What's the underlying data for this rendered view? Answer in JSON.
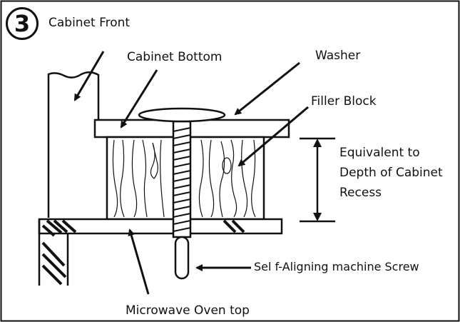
{
  "diagram": {
    "step_number": "3",
    "labels": {
      "cabinet_front": "Cabinet Front",
      "cabinet_bottom": "Cabinet Bottom",
      "washer": "Washer",
      "filler_block": "Filler Block",
      "equivalent_line1": "Equivalent to",
      "equivalent_line2": "Depth of Cabinet",
      "equivalent_line3": "Recess",
      "screw": "Sel  f-Aligning machine Screw",
      "microwave_top": "Microwave Oven top"
    }
  },
  "colors": {
    "ink": "#111111",
    "background": "#ffffff",
    "wood_fill": "#ffffff"
  }
}
